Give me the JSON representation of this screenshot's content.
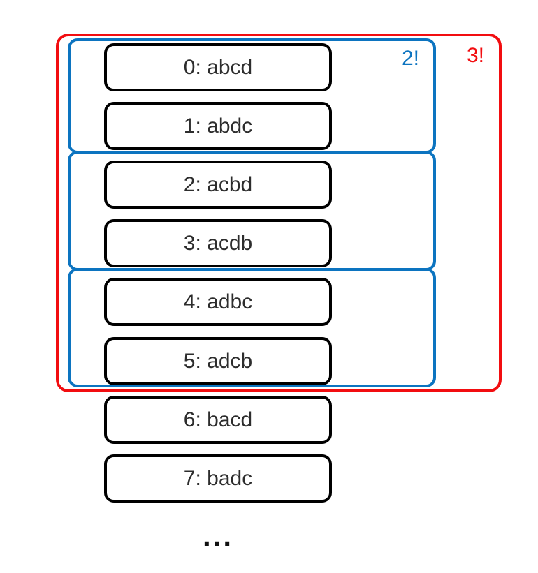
{
  "colors": {
    "red": "#f20d10",
    "blue": "#0c74c0",
    "black": "#000000",
    "text": "#2d2d2d"
  },
  "groups": {
    "outer_label": "3!",
    "inner_label": "2!"
  },
  "items": [
    {
      "label": "0: abcd"
    },
    {
      "label": "1: abdc"
    },
    {
      "label": "2: acbd"
    },
    {
      "label": "3: acdb"
    },
    {
      "label": "4: adbc"
    },
    {
      "label": "5: adcb"
    },
    {
      "label": "6: bacd"
    },
    {
      "label": "7: badc"
    }
  ],
  "ellipsis": "..."
}
